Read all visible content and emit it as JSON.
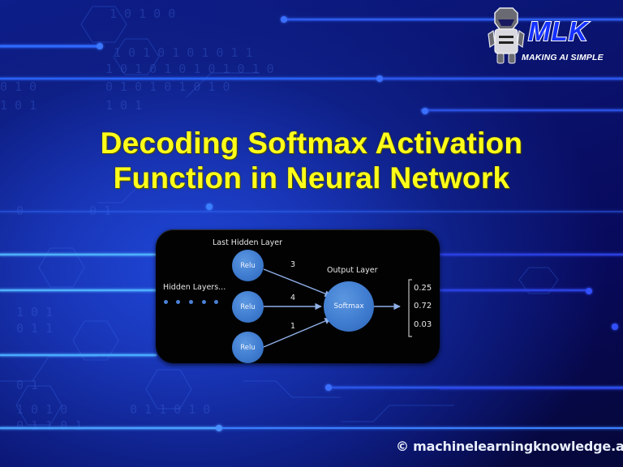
{
  "logo": {
    "brand": "MLK",
    "tagline": "MAKING AI SIMPLE",
    "mascot_icon": "robot-mascot-icon",
    "brand_color": "#1530ff"
  },
  "title": {
    "line1": "Decoding Softmax Activation",
    "line2": "Function in Neural Network",
    "color": "#ffff1a"
  },
  "diagram": {
    "last_hidden_layer_label": "Last Hidden Layer",
    "hidden_layers_label": "Hidden Layers...",
    "output_layer_label": "Output Layer",
    "hidden_nodes": [
      {
        "label": "Relu",
        "weight": "3"
      },
      {
        "label": "Relu",
        "weight": "4"
      },
      {
        "label": "Relu",
        "weight": "1"
      }
    ],
    "output_node": {
      "label": "Softmax"
    },
    "outputs": [
      "0.25",
      "0.72",
      "0.03"
    ],
    "ellipsis_dots": 5,
    "node_color": "#3f7cd0"
  },
  "footer": {
    "copyright": "© machinelearningknowledge.ai"
  },
  "background": {
    "theme": "blue-circuit-board",
    "binary_rows": [
      "0 1 0",
      "1 0 1 0 1 0 1 0 1 1",
      "0 1 0 1 0 1 0 1 0",
      "1 0 1",
      "0 1 1 0"
    ]
  }
}
